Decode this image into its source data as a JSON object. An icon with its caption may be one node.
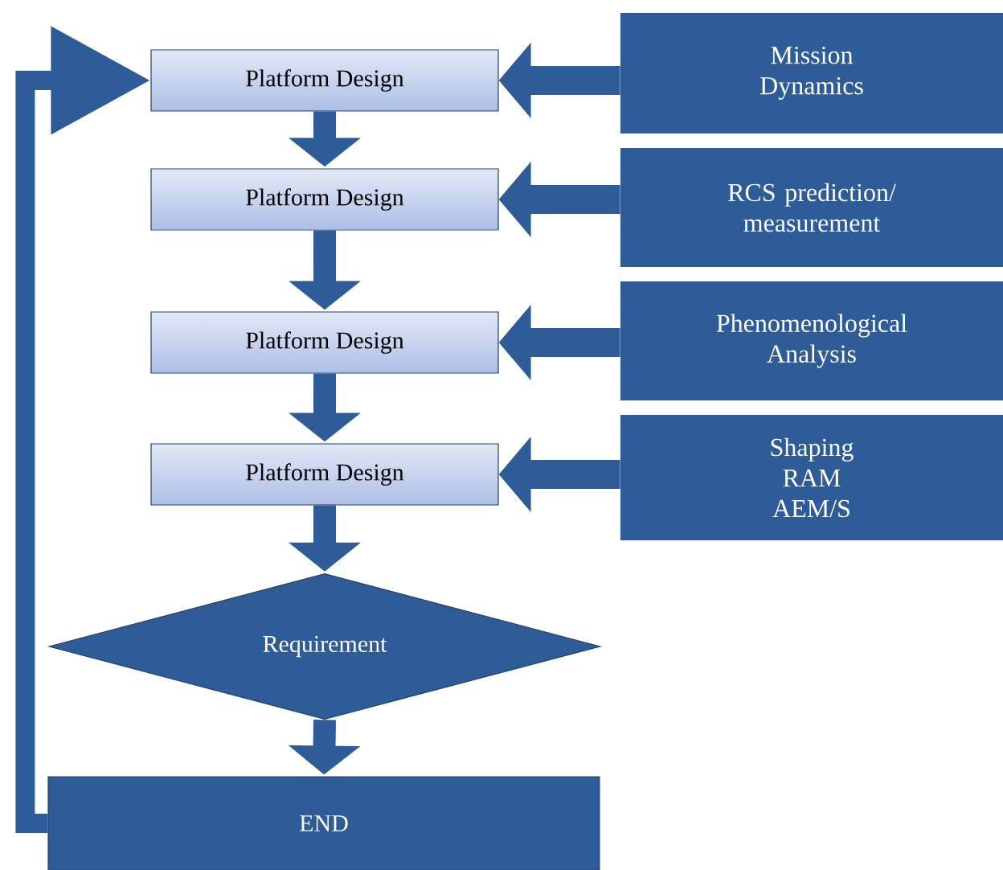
{
  "diagram": {
    "nodes": [
      {
        "text": [
          "Platform Design"
        ]
      },
      {
        "text": [
          "Platform Design"
        ]
      },
      {
        "text": [
          "Platform Design"
        ]
      },
      {
        "text": [
          "Platform Design"
        ]
      },
      {
        "text": [
          "Requirement"
        ]
      },
      {
        "text": [
          "END"
        ]
      },
      {
        "text": [
          "Mission Dynamics"
        ]
      },
      {
        "text": [
          "RCS prediction/ measurement"
        ]
      },
      {
        "text": [
          "Phenomenological Analysis"
        ]
      },
      {
        "text": [
          "Shaping",
          "RAM",
          "AEM/S"
        ]
      }
    ],
    "edges": [
      {
        "from": 0,
        "to": 1,
        "arrow": "to"
      },
      {
        "from": 1,
        "to": 2,
        "arrow": "to"
      },
      {
        "from": 2,
        "to": 3,
        "arrow": "to"
      },
      {
        "from": 3,
        "to": 4,
        "arrow": "to"
      },
      {
        "from": 4,
        "to": 5,
        "arrow": "to"
      },
      {
        "from": 6,
        "to": 0,
        "arrow": "to"
      },
      {
        "from": 7,
        "to": 1,
        "arrow": "to"
      },
      {
        "from": 8,
        "to": 2,
        "arrow": "to"
      },
      {
        "from": 9,
        "to": 3,
        "arrow": "to"
      },
      {
        "from": 5,
        "to": 0,
        "arrow": "to"
      }
    ]
  }
}
